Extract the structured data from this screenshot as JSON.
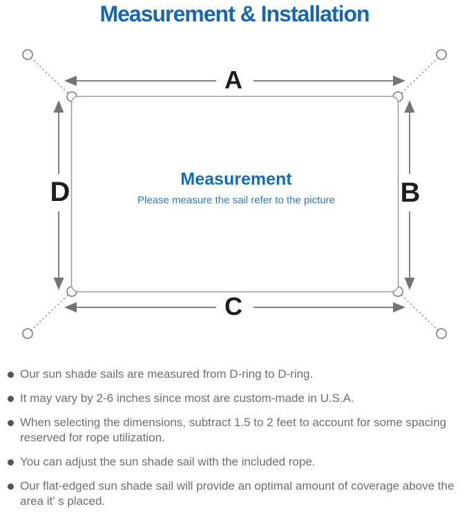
{
  "title": "Measurement & Installation",
  "diagram": {
    "labels": {
      "top": "A",
      "right": "B",
      "bottom": "C",
      "left": "D"
    },
    "center_title": "Measurement",
    "center_subtitle": "Please measure the sail refer to the picture"
  },
  "bullets": [
    "Our sun shade sails are measured from D-ring to D-ring.",
    "It may vary by 2-6 inches since most are custom-made in U.S.A.",
    "When selecting the dimensions, subtract 1.5 to 2 feet to account for some spacing reserved for rope utilization.",
    "You can adjust the sun shade sail with the included rope.",
    "Our flat-edged sun shade sail will provide an optimal amount of coverage above the area it’ s placed."
  ],
  "colors": {
    "title_blue": "#1568b0",
    "center_title_blue": "#0e6eb8",
    "center_subtitle_blue": "#2b7ab8",
    "line_gray": "#757575",
    "outline_gray": "#8f9494",
    "label_black": "#1d1d1d",
    "bullet_text_gray": "#6e6e6e"
  }
}
